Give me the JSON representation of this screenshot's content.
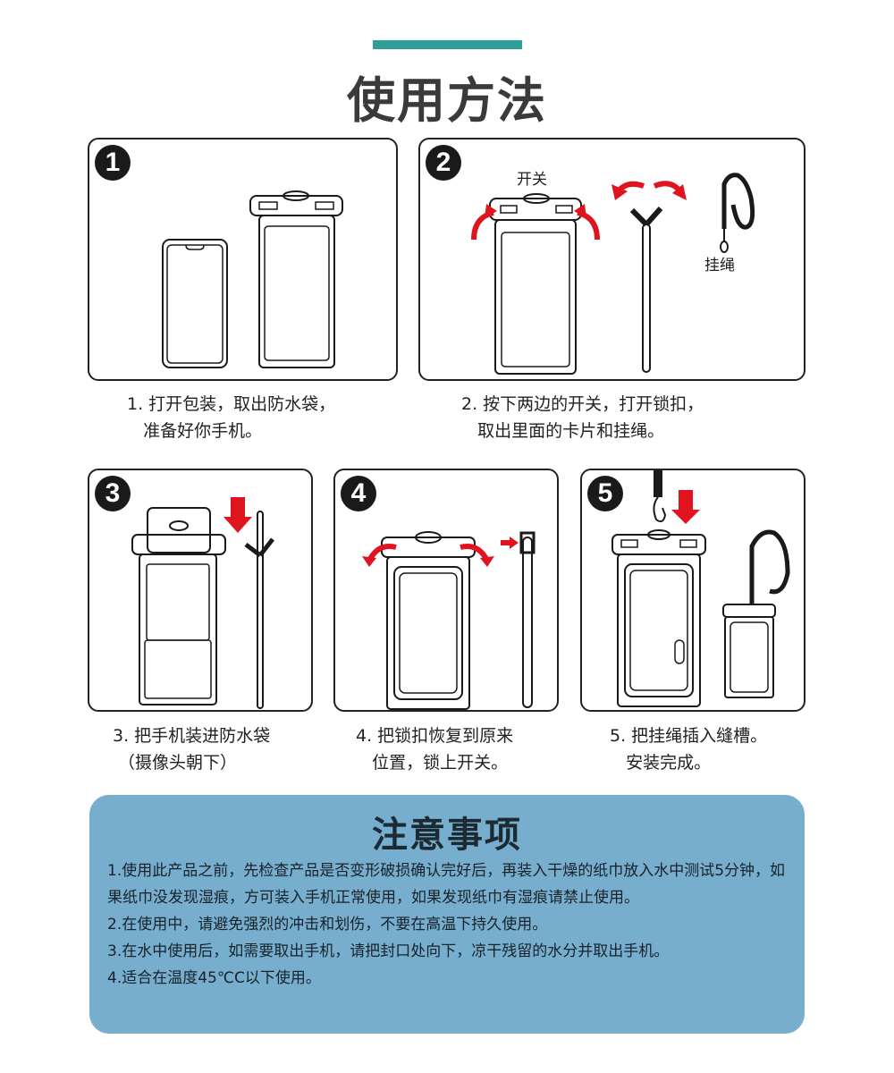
{
  "header": {
    "title": "使用方法",
    "accent_color": "#2e9f98"
  },
  "steps": [
    {
      "number": "1",
      "caption": "1. 打开包装，取出防水袋，\n   准备好你手机。"
    },
    {
      "number": "2",
      "caption": "2. 按下两边的开关，打开锁扣，\n   取出里面的卡片和挂绳。",
      "labels": {
        "switch": "开关",
        "lanyard": "挂绳"
      }
    },
    {
      "number": "3",
      "caption": "3. 把手机装进防水袋\n （摄像头朝下）"
    },
    {
      "number": "4",
      "caption": "4. 把锁扣恢复到原来\n   位置，锁上开关。"
    },
    {
      "number": "5",
      "caption": "5. 把挂绳插入缝槽。\n   安装完成。"
    }
  ],
  "notes": {
    "title": "注意事项",
    "background_color": "#78aecd",
    "items": [
      "1.使用此产品之前，先检查产品是否变形破损确认完好后，再装入干燥的纸巾放入水中测试5分钟，如果纸巾没发现湿痕，方可装入手机正常使用，如果发现纸巾有湿痕请禁止使用。",
      "2.在使用中，请避免强烈的冲击和划伤，不要在高温下持久使用。",
      "3.在水中使用后，如需要取出手机，请把封口处向下，凉干残留的水分并取出手机。",
      "4.适合在温度45℃C以下使用。"
    ]
  },
  "colors": {
    "arrow_red": "#e0141e",
    "line_black": "#1a1a1a"
  }
}
